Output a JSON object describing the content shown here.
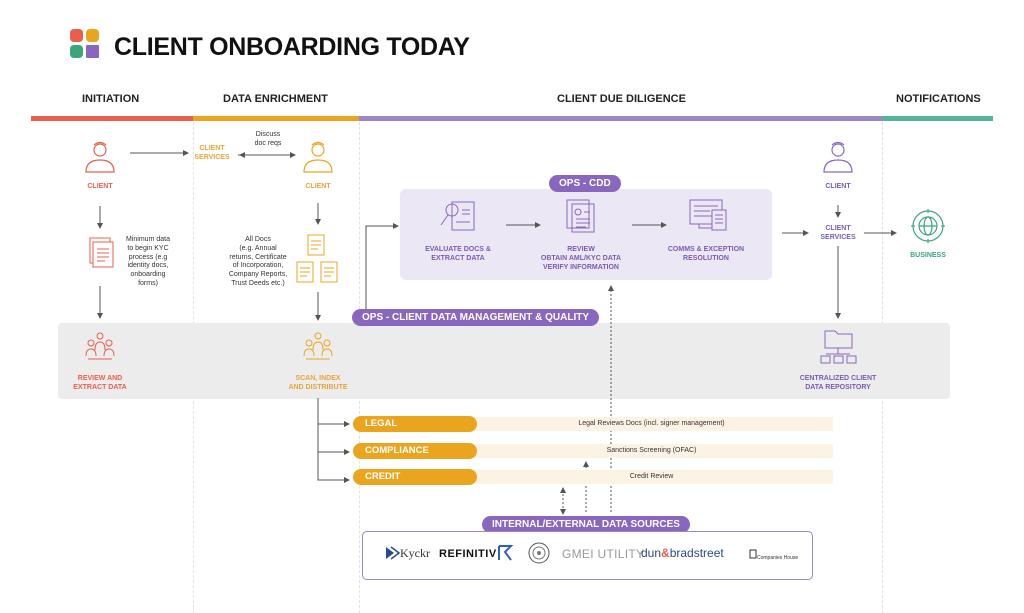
{
  "title": "CLIENT ONBOARDING TODAY",
  "logo": {
    "colors": [
      "#e8604c",
      "#eaa51f",
      "#3aa77a",
      "#8a67bf"
    ]
  },
  "phases": [
    {
      "label": "INITIATION",
      "color": "#e8604c"
    },
    {
      "label": "DATA ENRICHMENT",
      "color": "#eaa51f"
    },
    {
      "label": "CLIENT DUE DILIGENCE",
      "color": "#9b86c6"
    },
    {
      "label": "NOTIFICATIONS",
      "color": "#52b59a"
    }
  ],
  "initiation": {
    "client_label": "CLIENT",
    "docs_note": [
      "Minimum data",
      "to begin KYC",
      "process (e.g",
      "identity docs,",
      "onboarding",
      "forms)"
    ],
    "review_label": [
      "REVIEW AND",
      "EXTRACT DATA"
    ]
  },
  "enrichment": {
    "client_services": [
      "CLIENT",
      "SERVICES"
    ],
    "discuss": [
      "Discuss",
      "doc reqs"
    ],
    "client_label": "CLIENT",
    "all_docs": [
      "All Docs",
      "(e.g. Annual",
      "returns, Certificate",
      "of Incorporation,",
      "Company Reports,",
      "Trust Deeds etc.)"
    ],
    "scan_label": [
      "SCAN, INDEX",
      "AND DISTRIBUTE"
    ]
  },
  "cdd": {
    "pill": "OPS - CDD",
    "steps": [
      {
        "label": [
          "EVALUATE DOCS &",
          "EXTRACT DATA"
        ]
      },
      {
        "label": [
          "REVIEW",
          "OBTAIN AML/KYC DATA",
          "VERIFY INFORMATION"
        ]
      },
      {
        "label": [
          "COMMS & EXCEPTION",
          "RESOLUTION"
        ]
      }
    ],
    "dm_pill": "OPS - CLIENT DATA MANAGEMENT & QUALITY"
  },
  "notifications": {
    "client_label": "CLIENT",
    "client_services": [
      "CLIENT",
      "SERVICES"
    ],
    "business": "BUSINESS",
    "repo_label": [
      "CENTRALIZED CLIENT",
      "DATA REPOSITORY"
    ]
  },
  "functions": [
    {
      "tag": "LEGAL",
      "desc": "Legal Reviews Docs (incl. signer management)"
    },
    {
      "tag": "COMPLIANCE",
      "desc": "Sanctions Screening (OFAC)"
    },
    {
      "tag": "CREDIT",
      "desc": "Credit Review"
    }
  ],
  "sources": {
    "pill": "INTERNAL/EXTERNAL DATA SOURCES",
    "logos": [
      "Kyckr",
      "REFINITIV",
      "GMEI UTILITY",
      "dun",
      "&",
      "bradstreet",
      "Companies House"
    ]
  }
}
